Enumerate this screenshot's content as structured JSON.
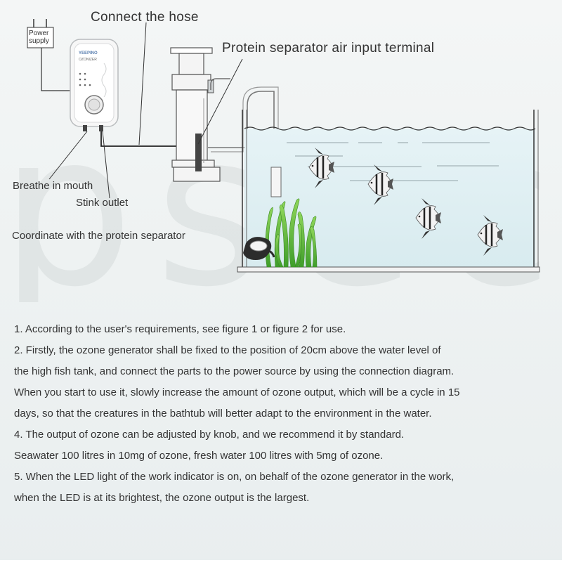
{
  "diagram": {
    "power_label_line1": "Power",
    "power_label_line2": "supply",
    "device_brand": "YEEPINO",
    "device_model": "OZONIZER",
    "hose_label": "Connect the hose",
    "separator_label": "Protein separator air input terminal",
    "breathe_label": "Breathe in mouth",
    "stink_label": "Stink outlet",
    "coordinate_label": "Coordinate with the protein separator"
  },
  "instructions": [
    "1. According to the user's requirements, see figure 1 or figure 2 for use.",
    "2. Firstly, the ozone generator shall be fixed to the position of 20cm above the water level of",
    "the high fish tank, and connect the parts to the power source by using the connection diagram.",
    "When you start to use it, slowly increase the amount of ozone output, which will be a cycle in 15",
    "days, so that the creatures in the bathtub will better adapt to the environment in the water.",
    "4. The output of ozone can be adjusted by knob, and we recommend it by standard.",
    "Seawater 100 litres in 10mg of ozone, fresh water 100 litres with 5mg of ozone.",
    "5. When the LED light of the work indicator is on, on behalf of the ozone generator in the work,",
    "when the LED is at its brightest, the ozone output is the largest."
  ],
  "colors": {
    "background": "#f2f5f5",
    "water": "#dfeff3",
    "plant": "#5fbe3a",
    "line": "#333333"
  }
}
